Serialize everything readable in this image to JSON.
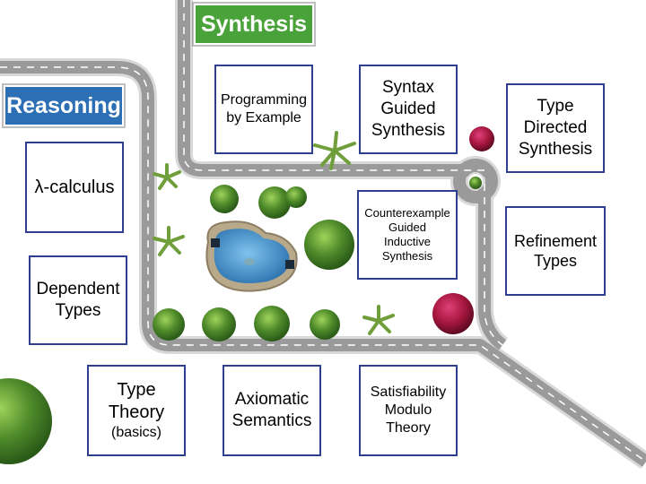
{
  "signs": {
    "synthesis": "Synthesis",
    "reasoning": "Reasoning"
  },
  "colors": {
    "synthesis_sign": "#4aa33a",
    "reasoning_sign": "#2c6fb5",
    "box_border": "#2f3f8f",
    "road": "#9a9a9a",
    "road_edge": "#d9d9d9",
    "lane_marking": "#ffffff",
    "water": "#3f8fc9",
    "shrub": "#4e8a2a",
    "red_flower_bush": "#a3163c"
  },
  "boxes": {
    "lambda": [
      "λ-calculus"
    ],
    "dependent": [
      "Dependent",
      "Types"
    ],
    "pbe": [
      "Programming",
      "by Example"
    ],
    "sygus": [
      "Syntax",
      "Guided",
      "Synthesis"
    ],
    "tds": [
      "Type",
      "Directed",
      "Synthesis"
    ],
    "cegis": [
      "Counterexample",
      "Guided",
      "Inductive",
      "Synthesis"
    ],
    "refinement": [
      "Refinement",
      "Types"
    ],
    "type_theory": [
      "Type",
      "Theory",
      "(basics)"
    ],
    "axiomatic": [
      "Axiomatic",
      "Semantics"
    ],
    "smt": [
      "Satisfiability",
      "Modulo",
      "Theory"
    ]
  }
}
